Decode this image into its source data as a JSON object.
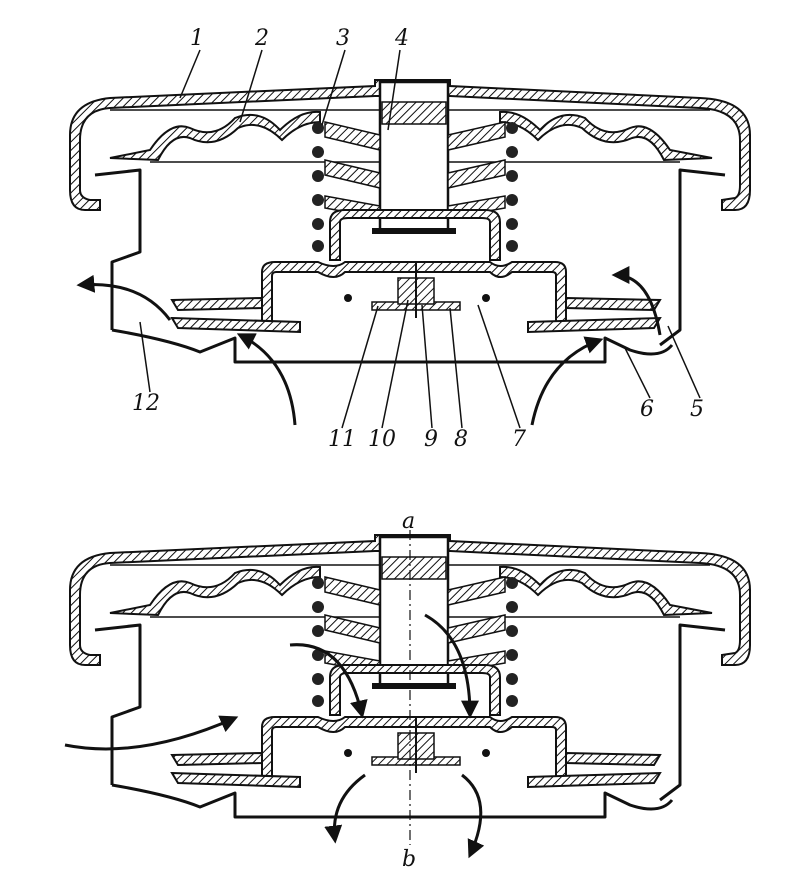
{
  "top_figure": {
    "labels": {
      "l1": "1",
      "l2": "2",
      "l3": "3",
      "l4": "4",
      "l5": "5",
      "l6": "6",
      "l7": "7",
      "l8": "8",
      "l9": "9",
      "l10": "10",
      "l11": "11",
      "l12": "12"
    }
  },
  "bottom_figure": {
    "labels": {
      "a": "a",
      "b": "b"
    }
  },
  "colors": {
    "ink": "#111111",
    "paper": "#ffffff"
  }
}
